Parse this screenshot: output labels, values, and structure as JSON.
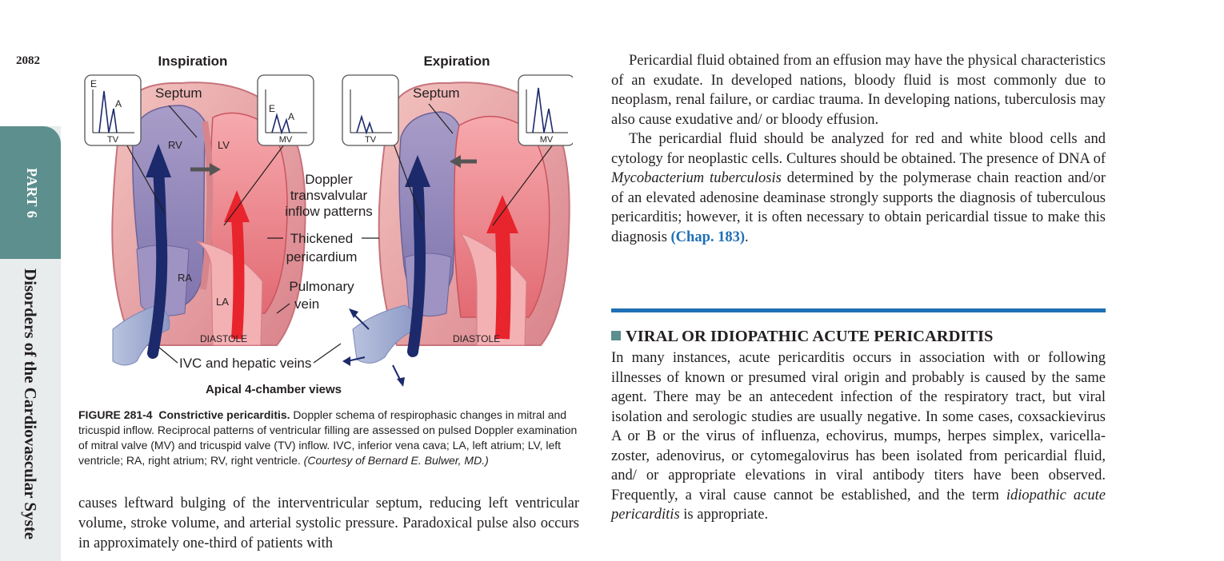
{
  "page": {
    "number": "2082",
    "part_tab": "PART 6",
    "section_tab": "Disorders of the Cardiovascular Syste"
  },
  "figure": {
    "title_left": "Inspiration",
    "title_right": "Expiration",
    "bottom_title": "Apical 4-chamber views",
    "labels": {
      "septum_left": "Septum",
      "septum_right": "Septum",
      "rv": "RV",
      "lv": "LV",
      "ra": "RA",
      "la": "LA",
      "doppler_1": "Doppler",
      "doppler_2": "transvalvular",
      "doppler_3": "inflow patterns",
      "thick_1": "Thickened",
      "thick_2": "pericardium",
      "pulm_1": "Pulmonary",
      "pulm_2": "vein",
      "diastole_left": "DIASTOLE",
      "diastole_right": "DIASTOLE",
      "ivc": "IVC and hepatic veins"
    },
    "insets": {
      "insp_tv_label": "TV",
      "insp_tv_e": "E",
      "insp_tv_a": "A",
      "insp_mv_label": "MV",
      "insp_mv_e": "E",
      "insp_mv_a": "A",
      "exp_tv_label": "TV",
      "exp_mv_label": "MV"
    },
    "caption_label": "FIGURE 281-4",
    "caption_title": "Constrictive pericarditis.",
    "caption_body": " Doppler schema of respirophasic changes in mitral and tricuspid inflow. Reciprocal patterns of ventricular filling are assessed on pulsed Doppler examination of mitral valve (MV) and tricuspid valve (TV) inflow. IVC, inferior vena cava; LA, left atrium; LV, left ventricle; RA, right atrium; RV, right ventricle. ",
    "caption_credit": "(Courtesy of Bernard E. Bulwer, MD.)"
  },
  "left_column": {
    "text": "causes leftward bulging of the interventricular septum, reducing left ventricular volume, stroke volume, and arterial systolic pressure. Paradoxical pulse also occurs in approximately one-third of patients with"
  },
  "right_column": {
    "p1": "Pericardial fluid obtained from an effusion may have the physical characteristics of an exudate. In developed nations, bloody fluid is most commonly due to neoplasm, renal failure, or cardiac trauma. In developing nations, tuberculosis may also cause exudative and/ or bloody effusion.",
    "p2_a": "The pericardial fluid should be analyzed for red and white blood cells and cytology for neoplastic cells. Cultures should be obtained. The presence of DNA of ",
    "p2_italic": "Mycobacterium tuberculosis",
    "p2_b": " determined by the polymerase chain reaction and/or of an elevated adenosine deaminase strongly supports the diagnosis of tuberculous pericarditis; however, it is often necessary to obtain pericardial tissue to make this diagnosis ",
    "p2_ref": "(Chap. 183)",
    "p2_end": ".",
    "heading": "VIRAL OR IDIOPATHIC ACUTE PERICARDITIS",
    "p3_a": "In many instances, acute pericarditis occurs in association with or following illnesses of known or presumed viral origin and probably is caused by the same agent. There may be an antecedent infection of the respiratory tract, but viral isolation and serologic studies are usually negative. In some cases, coxsackievirus A or B or the virus of influenza, echovirus, mumps, herpes simplex, varicella-zoster, adenovirus, or cytomegalovirus has been isolated from pericardial fluid, and/ or appropriate elevations in viral antibody titers have been observed. Frequently, a viral cause cannot be established, and the term ",
    "p3_italic": "idiopathic acute pericarditis",
    "p3_end": " is appropriate."
  },
  "colors": {
    "tab_teal": "#5c8f8e",
    "link_blue": "#1f6fb5",
    "rule_blue": "#1f6fb5",
    "artery_red": "#e8242c",
    "vein_navy": "#1c2a6b"
  }
}
